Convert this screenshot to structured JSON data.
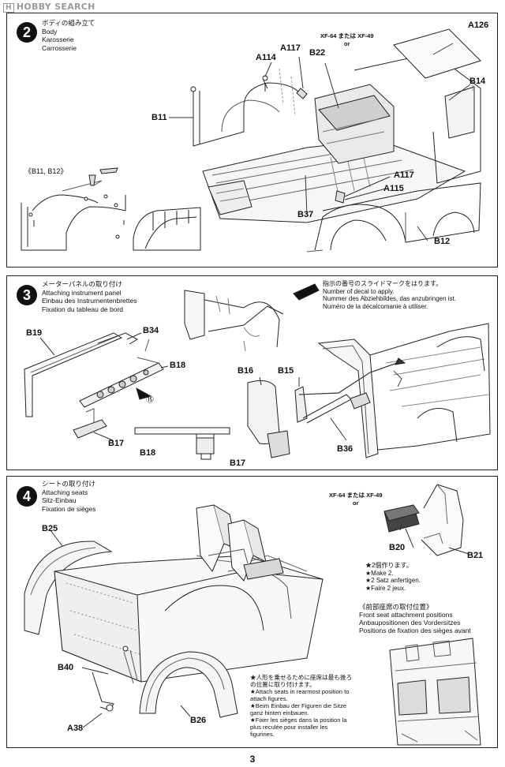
{
  "watermark": {
    "logo": "H",
    "text": "HOBBY SEARCH"
  },
  "step2": {
    "number": "2",
    "title_jp": "ボディの組み立て",
    "title_en": "Body",
    "title_de": "Karosserie",
    "title_fr": "Carrosserie",
    "paint_line1": "XF-64 または XF-49",
    "paint_line2": "or",
    "inset_label": "《B11, B12》",
    "labels": {
      "a126": "A126",
      "a117_top": "A117",
      "b22": "B22",
      "a114": "A114",
      "b14": "B14",
      "b11": "B11",
      "a117_bottom": "A117",
      "a115": "A115",
      "b37": "B37",
      "b12": "B12"
    }
  },
  "step3": {
    "number": "3",
    "title_jp": "メーターパネルの取り付け",
    "title_en": "Attaching instrument panel",
    "title_de": "Einbau des Instrumentenbrettes",
    "title_fr": "Fixation du tableau de bord",
    "decal_jp": "指示の番号のスライドマークをはります。",
    "decal_en": "Number of decal to apply.",
    "decal_de": "Nummer des Abziehbildes, das anzubringen ist.",
    "decal_fr": "Numéro de la décalcomanie à utiliser.",
    "decal_number": "⑮",
    "labels": {
      "b19": "B19",
      "b34": "B34",
      "b18": "B18",
      "b17": "B17",
      "b18b": "B18",
      "b17b": "B17",
      "b16": "B16",
      "b15": "B15",
      "b36": "B36"
    }
  },
  "step4": {
    "number": "4",
    "title_jp": "シートの取り付け",
    "title_en": "Attaching seats",
    "title_de": "Sitz-Einbau",
    "title_fr": "Fixation de sièges",
    "paint_line1": "XF-64 または XF-49",
    "paint_line2": "or",
    "make2_jp": "★2個作ります。",
    "make2_en": "★Make 2.",
    "make2_de": "★2 Satz anfertigen.",
    "make2_fr": "★Faire 2 jeux.",
    "front_jp": "《前部座席の取付位置》",
    "front_en": "Front seat attachment positions",
    "front_de": "Anbaupositionen des Vordersitzes",
    "front_fr": "Positions de fixation des sièges avant",
    "note_jp1": "★人形を乗せるために座席は最も後ろ",
    "note_jp2": "の位置に取り付けます。",
    "note_en1": "★Attach seats in rearmost position to",
    "note_en2": "attach figures.",
    "note_de1": "★Beim Einbau der Figuren die Sitze",
    "note_de2": "ganz hinten einbauen.",
    "note_fr1": "★Fixer les sièges dans la position la",
    "note_fr2": "plus reculée pour installer les",
    "note_fr3": "figurines.",
    "labels": {
      "b25": "B25",
      "b20": "B20",
      "b21": "B21",
      "b40": "B40",
      "a38": "A38",
      "b26": "B26"
    }
  },
  "page_number": "3"
}
